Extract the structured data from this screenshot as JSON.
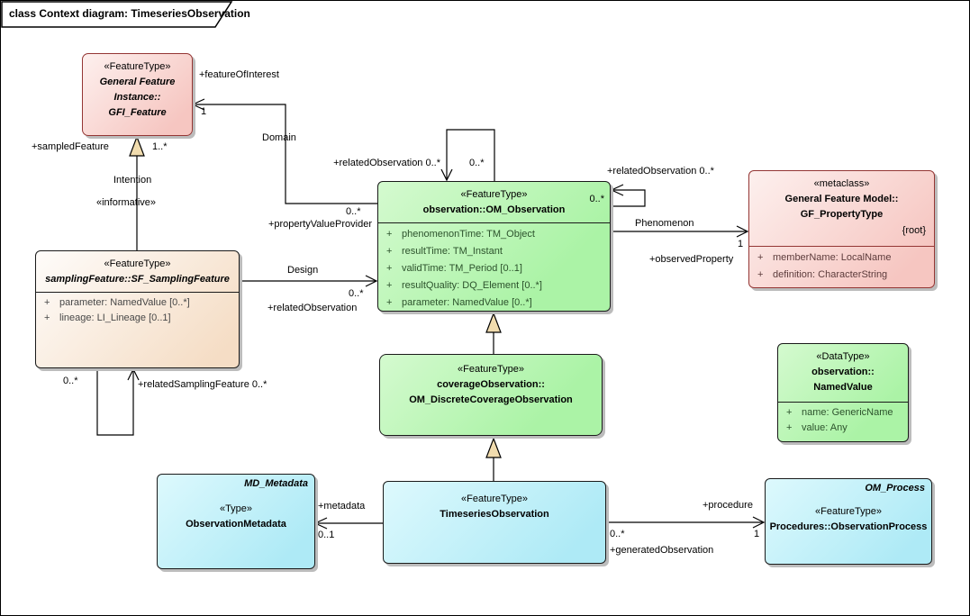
{
  "frame": {
    "title": "class Context diagram: TimeseriesObservation"
  },
  "colors": {
    "pink_fill": "#f6c6c1",
    "pink_border": "#943634",
    "green_fill": "#abf3a6",
    "cream_fill": "#f5ddc5",
    "cyan_fill": "#aeeaf6",
    "box_border": "#1a1a1a",
    "generalization_arrow_fill": "#f1dcae",
    "shadow": "#bcbcbc"
  },
  "classes": {
    "gfi_feature": {
      "stereotype": "«FeatureType»",
      "name_line1": "General Feature",
      "name_line2": "Instance::",
      "name_line3": "GFI_Feature"
    },
    "om_observation": {
      "stereotype": "«FeatureType»",
      "name": "observation::OM_Observation",
      "attributes": [
        {
          "vis": "+",
          "text": "phenomenonTime: TM_Object"
        },
        {
          "vis": "+",
          "text": "resultTime: TM_Instant"
        },
        {
          "vis": "+",
          "text": "validTime: TM_Period [0..1]"
        },
        {
          "vis": "+",
          "text": "resultQuality: DQ_Element [0..*]"
        },
        {
          "vis": "+",
          "text": "parameter: NamedValue [0..*]"
        }
      ]
    },
    "gf_propertytype": {
      "stereotype": "«metaclass»",
      "name_line1": "General Feature Model::",
      "name_line2": "GF_PropertyType",
      "tag": "{root}",
      "attributes": [
        {
          "vis": "+",
          "text": "memberName: LocalName"
        },
        {
          "vis": "+",
          "text": "definition: CharacterString"
        }
      ]
    },
    "sf_samplingfeature": {
      "stereotype": "«FeatureType»",
      "name": "samplingFeature::SF_SamplingFeature",
      "attributes": [
        {
          "vis": "+",
          "text": "parameter: NamedValue [0..*]"
        },
        {
          "vis": "+",
          "text": "lineage: LI_Lineage [0..1]"
        }
      ]
    },
    "om_discretecoverageobservation": {
      "stereotype": "«FeatureType»",
      "name_line1": "coverageObservation::",
      "name_line2": "OM_DiscreteCoverageObservation"
    },
    "namedvalue": {
      "stereotype": "«DataType»",
      "name_line1": "observation::",
      "name_line2": "NamedValue",
      "attributes": [
        {
          "vis": "+",
          "text": "name: GenericName"
        },
        {
          "vis": "+",
          "text": "value: Any"
        }
      ]
    },
    "observationmetadata": {
      "corner_label": "MD_Metadata",
      "stereotype": "«Type»",
      "name": "ObservationMetadata"
    },
    "timeseriesobservation": {
      "stereotype": "«FeatureType»",
      "name": "TimeseriesObservation"
    },
    "observationprocess": {
      "corner_label": "OM_Process",
      "stereotype": "«FeatureType»",
      "name": "Procedures::ObservationProcess"
    }
  },
  "edges": {
    "feature_of_interest": {
      "role": "+featureOfInterest",
      "role_mult": "1",
      "name": "Domain",
      "source_mult": "0..*",
      "source_role": "+propertyValueProvider"
    },
    "related_observation_top": {
      "label": "+relatedObservation 0..*",
      "end_mult": "0..*"
    },
    "related_observation_right": {
      "label": "+relatedObservation 0..*",
      "end_mult": "0..*"
    },
    "phenomenon": {
      "name": "Phenomenon",
      "target_mult": "1",
      "target_role": "+observedProperty"
    },
    "design": {
      "name": "Design",
      "target_mult": "0..*",
      "target_role": "+relatedObservation"
    },
    "sampled_feature": {
      "role": "+sampledFeature",
      "mult": "1..*",
      "name": "Intention",
      "stereotype": "«informative»"
    },
    "related_sampling_feature": {
      "source_mult": "0..*",
      "label": "+relatedSamplingFeature 0..*"
    },
    "metadata": {
      "role": "+metadata",
      "mult": "0..1"
    },
    "procedure": {
      "role": "+procedure",
      "target_mult": "1",
      "source_mult": "0..*",
      "source_role": "+generatedObservation"
    }
  }
}
